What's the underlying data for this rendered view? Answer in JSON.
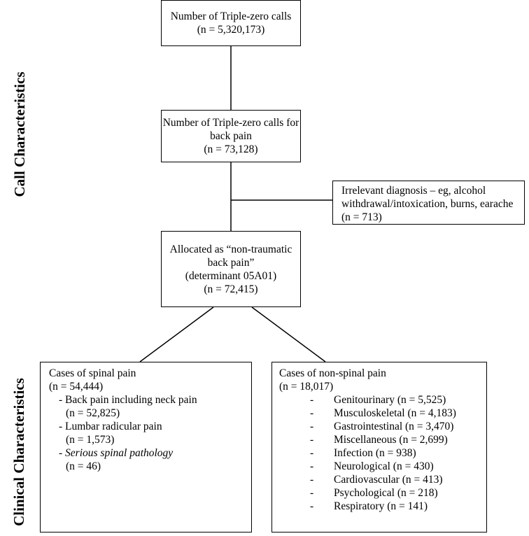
{
  "side_labels": {
    "top": "Call Characteristics",
    "bottom": "Clinical Characteristics"
  },
  "box_total": {
    "line1": "Number of Triple-zero calls",
    "line2": "(n = 5,320,173)"
  },
  "box_back_pain": {
    "line1": "Number of Triple-zero calls for",
    "line2": "back pain",
    "line3": "(n = 73,128)"
  },
  "box_irrelevant": {
    "line1": "Irrelevant diagnosis – eg, alcohol",
    "line2": "withdrawal/intoxication, burns, earache",
    "line3": "(n = 713)"
  },
  "box_allocated": {
    "line1": "Allocated as “non-traumatic",
    "line2": "back pain”",
    "line3": "(determinant 05A01)",
    "line4": "(n = 72,415)"
  },
  "box_spinal": {
    "title": "Cases of spinal pain",
    "count": "(n = 54,444)",
    "items": [
      {
        "label": "- Back pain including neck pain",
        "count": "(n = 52,825)"
      },
      {
        "label": "- Lumbar radicular pain",
        "count": "(n = 1,573)"
      },
      {
        "prefix": "- ",
        "label": "Serious spinal pathology",
        "count": "(n = 46)"
      }
    ]
  },
  "box_non_spinal": {
    "title": "Cases of non-spinal pain",
    "count": "(n = 18,017)",
    "dash": "-",
    "items": [
      "Genitourinary (n = 5,525)",
      "Musculoskeletal (n = 4,183)",
      "Gastrointestinal (n = 3,470)",
      "Miscellaneous (n = 2,699)",
      "Infection (n = 938)",
      "Neurological (n = 430)",
      "Cardiovascular (n = 413)",
      "Psychological (n = 218)",
      "Respiratory (n = 141)"
    ]
  }
}
